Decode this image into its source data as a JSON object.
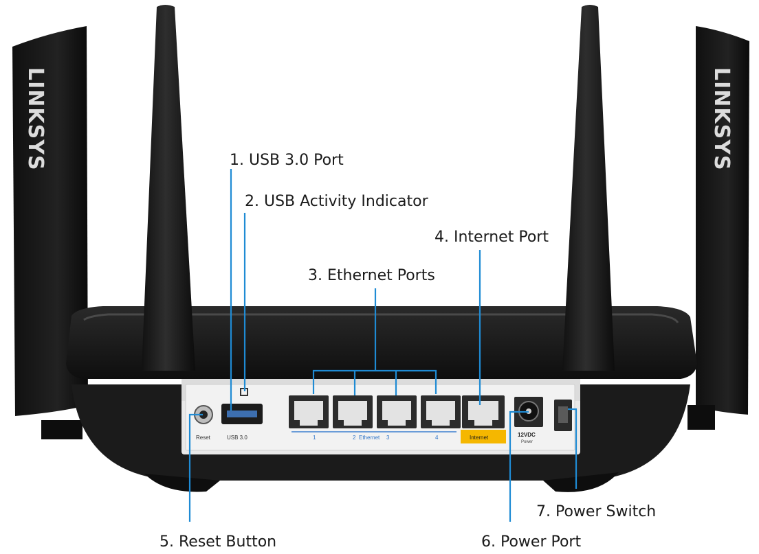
{
  "brand": {
    "left": "LINKSYS",
    "right": "LINKSYS"
  },
  "callouts": {
    "usb_port": "1. USB 3.0 Port",
    "usb_activity": "2. USB Activity Indicator",
    "ethernet_ports": "3. Ethernet Ports",
    "internet_port": "4. Internet Port",
    "reset_button": "5. Reset Button",
    "power_port": "6. Power Port",
    "power_switch": "7. Power Switch"
  },
  "panel_labels": {
    "reset": "Reset",
    "usb": "USB 3.0",
    "eth1": "1",
    "eth2": "2",
    "ethernet": "Ethernet",
    "eth3": "3",
    "eth4": "4",
    "internet": "Internet",
    "dc": "12VDC",
    "dc_sub": "Power"
  },
  "colors": {
    "leader_line": "#1f8bd4",
    "internet_label_bg": "#f5b700",
    "body_dark": "#151515"
  }
}
